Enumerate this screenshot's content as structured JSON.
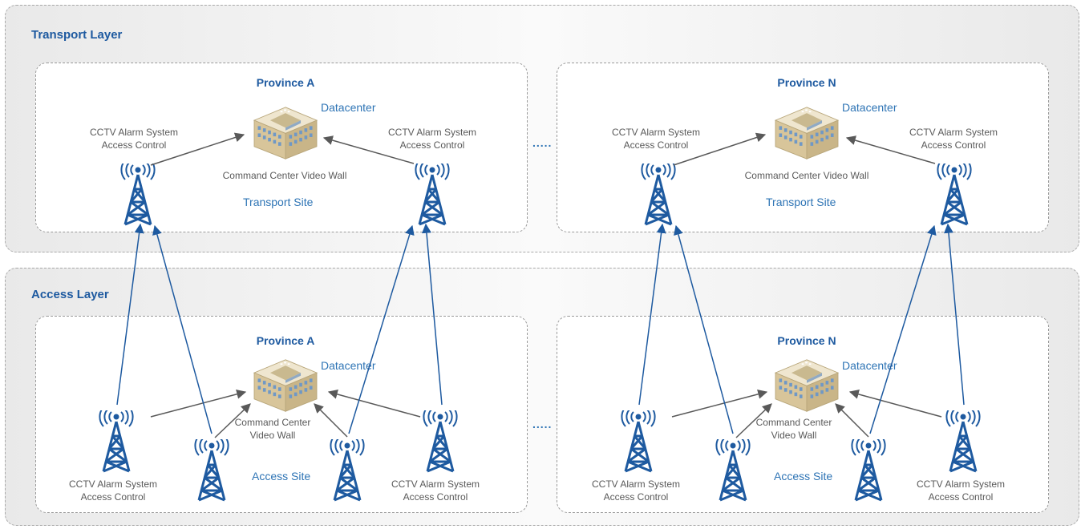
{
  "transport_layer": {
    "title": "Transport Layer",
    "ellipsis": ".....",
    "provinces": [
      {
        "title": "Province A",
        "datacenter": "Datacenter",
        "command_center": "Command Center Video Wall",
        "site": "Transport Site",
        "left_label": "CCTV Alarm System\nAccess Control",
        "right_label": "CCTV Alarm System\nAccess Control"
      },
      {
        "title": "Province N",
        "datacenter": "Datacenter",
        "command_center": "Command Center Video Wall",
        "site": "Transport Site",
        "left_label": "CCTV Alarm System\nAccess Control",
        "right_label": "CCTV Alarm System\nAccess Control"
      }
    ]
  },
  "access_layer": {
    "title": "Access Layer",
    "ellipsis": ".....",
    "provinces": [
      {
        "title": "Province A",
        "datacenter": "Datacenter",
        "command_center": "Command Center\nVideo Wall",
        "site": "Access Site",
        "left_label": "CCTV Alarm System\nAccess Control",
        "right_label": "CCTV Alarm System\nAccess Control"
      },
      {
        "title": "Province N",
        "datacenter": "Datacenter",
        "command_center": "Command Center\nVideo Wall",
        "site": "Access Site",
        "left_label": "CCTV Alarm System\nAccess Control",
        "right_label": "CCTV Alarm System\nAccess Control"
      }
    ]
  },
  "colors": {
    "accent_blue": "#1e5aa0",
    "link_blue": "#2e74b5",
    "arrow_gray": "#595959",
    "building_tan": "#d9c9a3"
  },
  "icons": [
    "tower-icon",
    "datacenter-building-icon"
  ]
}
